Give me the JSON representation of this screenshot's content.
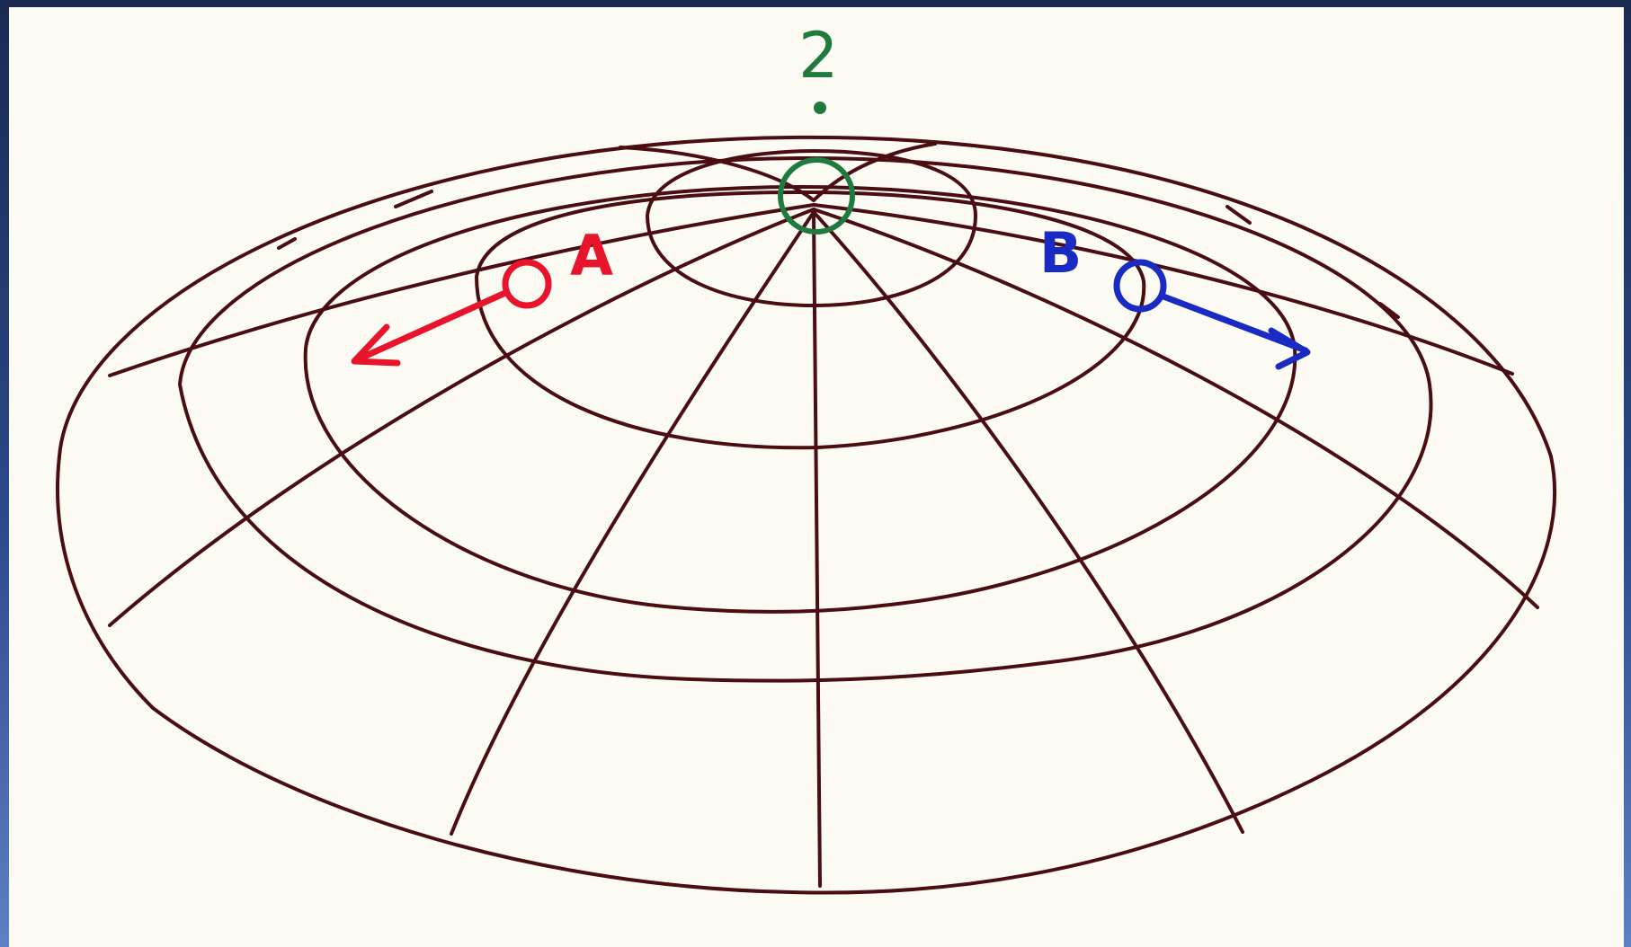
{
  "colors": {
    "grid": "#4a0d12",
    "pole": "#1f7a3e",
    "particle_a": "#e8142c",
    "particle_b": "#1a2bc4",
    "paper": "#fbfbf4"
  },
  "labels": {
    "pole": "2",
    "particle_a": "A",
    "particle_b": "B"
  }
}
